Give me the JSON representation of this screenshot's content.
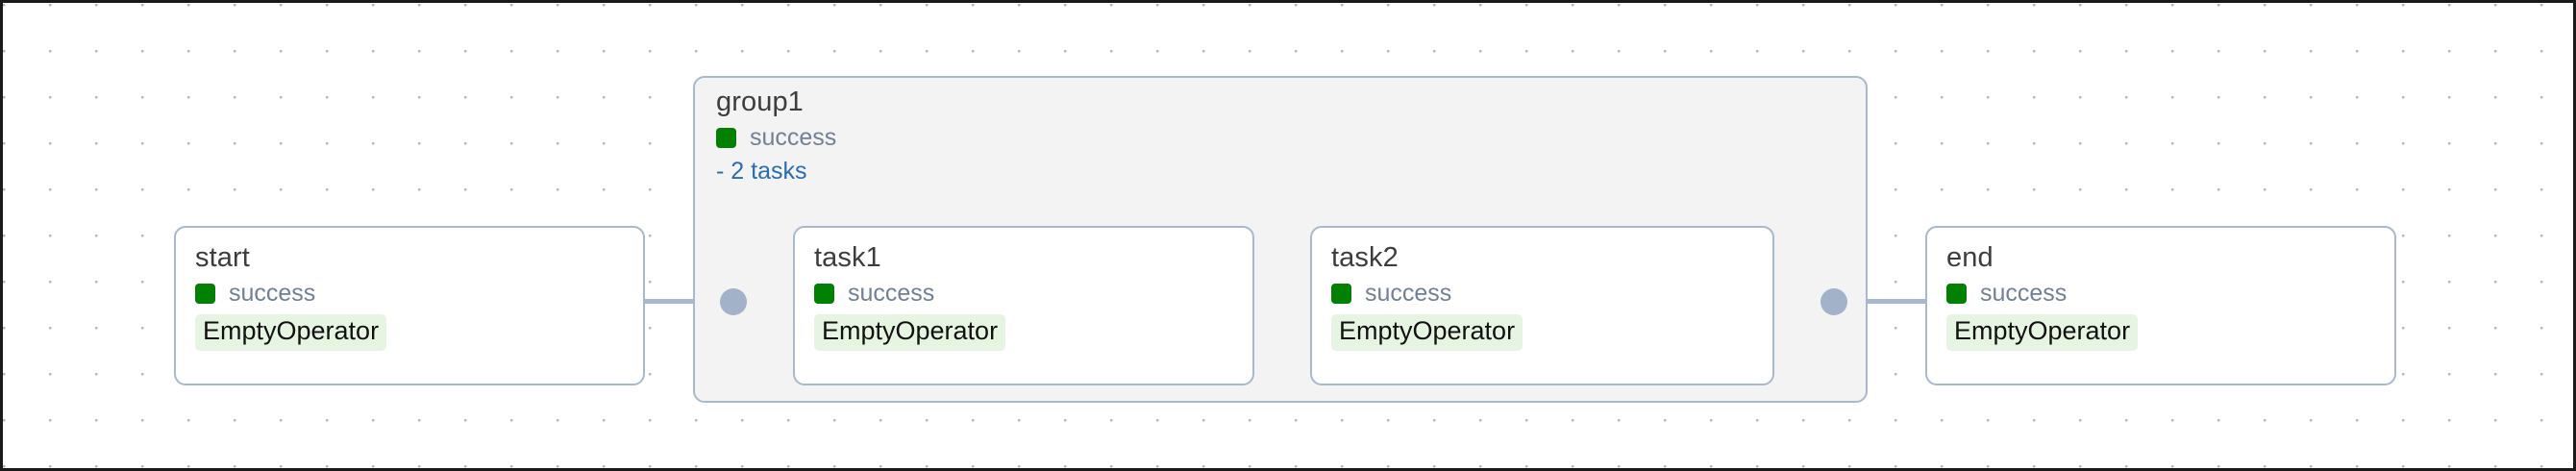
{
  "graph": {
    "background": "#ffffff",
    "grid_dot_color": "#b3b3be",
    "node_border_color": "#a7b8cf",
    "edge_color": "#a7b8cf",
    "group_fill": "#f3f3f4"
  },
  "colors": {
    "status_success": "#018001",
    "operator_badge_bg": "#e6f5e2",
    "operator_badge_text": "#111111",
    "status_text": "#718096",
    "title_text": "#3d3d3d",
    "link_blue": "#2b6cb0"
  },
  "group": {
    "name": "group1",
    "status": "success",
    "status_color": "#018001",
    "tasks_link": "- 2 tasks",
    "task_count": 2
  },
  "nodes": [
    {
      "id": "start",
      "title": "start",
      "status": "success",
      "status_color": "#018001",
      "operator": "EmptyOperator"
    },
    {
      "id": "task1",
      "title": "task1",
      "status": "success",
      "status_color": "#018001",
      "operator": "EmptyOperator"
    },
    {
      "id": "task2",
      "title": "task2",
      "status": "success",
      "status_color": "#018001",
      "operator": "EmptyOperator"
    },
    {
      "id": "end",
      "title": "end",
      "status": "success",
      "status_color": "#018001",
      "operator": "EmptyOperator"
    }
  ],
  "edges": [
    {
      "id": "start-to-group1",
      "from": "start",
      "to": "group1"
    },
    {
      "id": "task1-to-task2",
      "from": "task1",
      "to": "task2"
    },
    {
      "id": "group1-to-end",
      "from": "group1",
      "to": "end"
    }
  ]
}
